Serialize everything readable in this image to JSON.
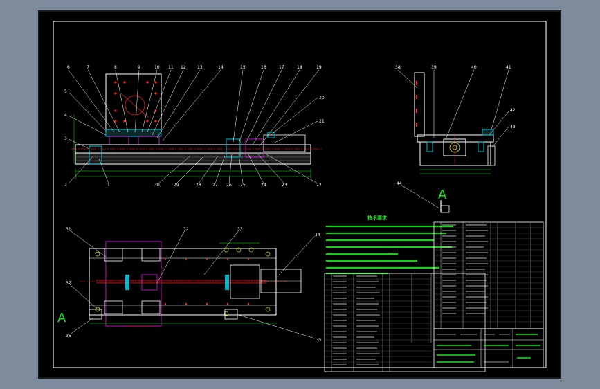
{
  "drawing": {
    "front_view_balloons_top": [
      "6",
      "7",
      "8",
      "9",
      "10",
      "11",
      "12",
      "13",
      "14",
      "15",
      "16",
      "17",
      "18",
      "19"
    ],
    "front_view_balloons_left": [
      "5",
      "4",
      "3",
      "2"
    ],
    "front_view_balloons_right": [
      "20",
      "21",
      "22"
    ],
    "front_view_balloons_bottom": [
      "1",
      "30",
      "29",
      "28",
      "27",
      "26",
      "25",
      "24",
      "23"
    ],
    "side_view_balloons": [
      "38",
      "39",
      "40",
      "41",
      "42",
      "43"
    ],
    "plan_view_balloons": [
      "31",
      "32",
      "33",
      "34",
      "37",
      "36",
      "35"
    ],
    "detail_balloon": "44",
    "section_letter": "A",
    "tech_req_title": "技术要求",
    "colors": {
      "sheet": "#000000",
      "frame": "#ffffff",
      "accent_green": "#19e619",
      "part_cyan": "#00e5ff",
      "part_magenta": "#e61ee6",
      "part_red": "#ff2020",
      "part_yellow": "#e6e619"
    }
  }
}
